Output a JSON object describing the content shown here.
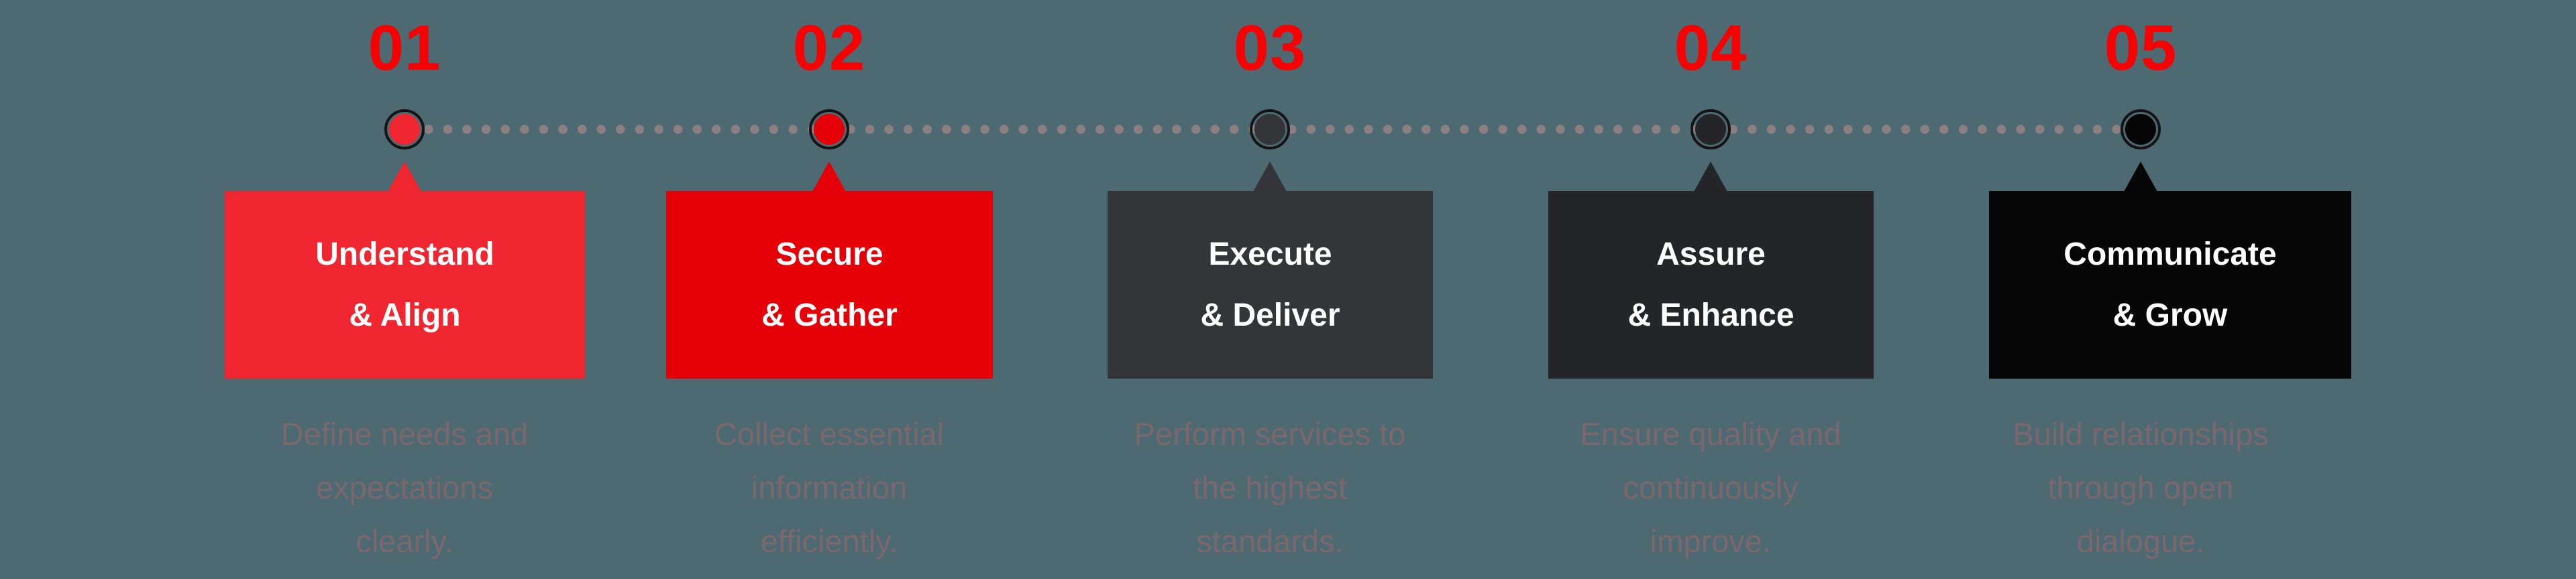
{
  "background_color": "#4d6971",
  "timeline": {
    "dot_color": "#8c7f82",
    "ring_color": "#141414",
    "number_color": "#f60202",
    "title_color": "#ffffff",
    "description_color": "#7b686d"
  },
  "steps": [
    {
      "number": "01",
      "title": "Understand\n& Align",
      "description": "Define needs and\nexpectations\nclearly.",
      "box_color": "#ef2630",
      "node_color": "#ef2630"
    },
    {
      "number": "02",
      "title": "Secure\n& Gather",
      "description": "Collect essential\ninformation\nefficiently.",
      "box_color": "#e50007",
      "node_color": "#e50007"
    },
    {
      "number": "03",
      "title": "Execute\n& Deliver",
      "description": "Perform services to\nthe highest\nstandards.",
      "box_color": "#333538",
      "node_color": "#333538"
    },
    {
      "number": "04",
      "title": "Assure\n& Enhance",
      "description": "Ensure quality and\ncontinuously\nimprove.",
      "box_color": "#232528",
      "node_color": "#232528"
    },
    {
      "number": "05",
      "title": "Communicate\n& Grow",
      "description": "Build relationships\nthrough open\ndialogue.",
      "box_color": "#060606",
      "node_color": "#060606"
    }
  ]
}
